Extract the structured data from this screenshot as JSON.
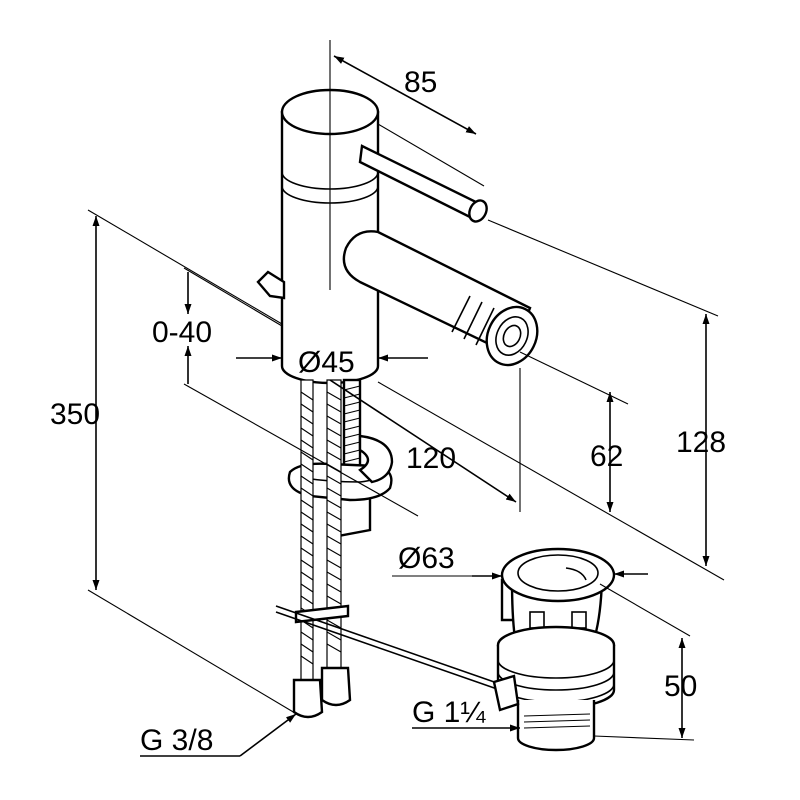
{
  "dimensions": {
    "handle_reach": "85",
    "adjust_range": "0-40",
    "body_diameter": "Ø45",
    "total_height": "350",
    "spout_reach": "120",
    "spout_height": "62",
    "body_height": "128",
    "waste_diameter": "Ø63",
    "waste_height": "50",
    "hose_thread": "G 3/8",
    "waste_thread": "G 1¼"
  },
  "colors": {
    "line": "#000000",
    "background": "#ffffff"
  }
}
